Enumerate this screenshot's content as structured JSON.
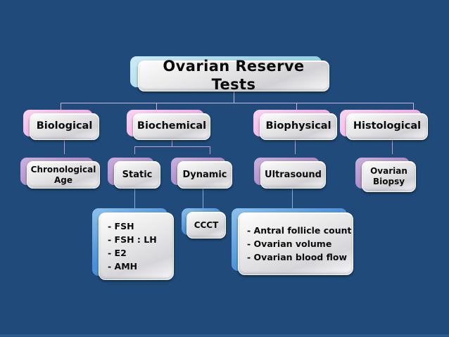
{
  "diagram": {
    "title": "Ovarian Reserve Tests",
    "background_color": "#1f4a7a",
    "type": "hierarchy-tree",
    "level2": [
      {
        "id": "biological",
        "label": "Biological"
      },
      {
        "id": "biochemical",
        "label": "Biochemical"
      },
      {
        "id": "biophysical",
        "label": "Biophysical"
      },
      {
        "id": "histological",
        "label": "Histological"
      }
    ],
    "level3": [
      {
        "id": "chronological-age",
        "label": "Chronological\nAge",
        "line1": "Chronological",
        "line2": "Age",
        "parent": "biological"
      },
      {
        "id": "static",
        "label": "Static",
        "parent": "biochemical"
      },
      {
        "id": "dynamic",
        "label": "Dynamic",
        "parent": "biochemical"
      },
      {
        "id": "ultrasound",
        "label": "Ultrasound",
        "parent": "biophysical"
      },
      {
        "id": "ovarian-biopsy",
        "line1": "Ovarian",
        "line2": "Biopsy",
        "parent": "histological"
      }
    ],
    "level4": {
      "static_tests": {
        "id": "static-tests-list",
        "parent": "static",
        "items": [
          "- FSH",
          "- FSH : LH",
          "- E2",
          "- AMH"
        ]
      },
      "dynamic_tests": {
        "id": "dynamic-tests-box",
        "parent": "dynamic",
        "label": "CCCT"
      },
      "ultrasound_tests": {
        "id": "ultrasound-tests-list",
        "parent": "ultrasound",
        "items": [
          "-  Antral follicle count",
          "-  Ovarian volume",
          "-  Ovarian blood flow"
        ]
      }
    },
    "colors": {
      "title_plate": "#a6d7e9",
      "level2_plate": "#f3b4e6",
      "level3_plate": "#b08ec8",
      "level4_plate": "#4d92d8",
      "connector_upper": "#cbb4dd",
      "connector_lower": "#7fb2de"
    }
  }
}
